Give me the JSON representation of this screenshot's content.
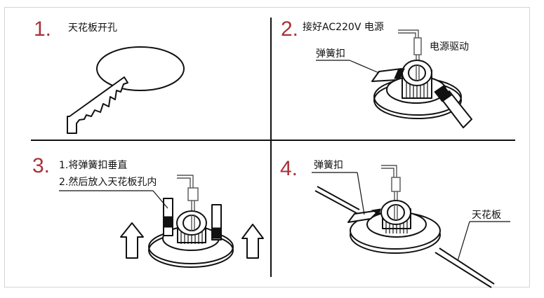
{
  "title": "LED筒灯安装步骤",
  "steps": [
    {
      "number": "1.",
      "label": "天花板开孔"
    },
    {
      "number": "2.",
      "label": "接好AC220V 电源",
      "callouts": {
        "driver": "电源驱动",
        "spring_clip": "弹簧扣"
      }
    },
    {
      "number": "3.",
      "lines": [
        "1.将弹簧扣垂直",
        "2.然后放入天花板孔内"
      ]
    },
    {
      "number": "4.",
      "callouts": {
        "spring_clip": "弹簧扣",
        "ceiling": "天花板"
      }
    }
  ],
  "colors": {
    "step_number": "#a8323a",
    "line": "#111111",
    "frame": "#d4d4d4"
  },
  "icons": [
    "saw-icon",
    "ceiling-hole",
    "downlight-fixture",
    "power-driver",
    "up-arrow-icon",
    "spring-clip"
  ]
}
